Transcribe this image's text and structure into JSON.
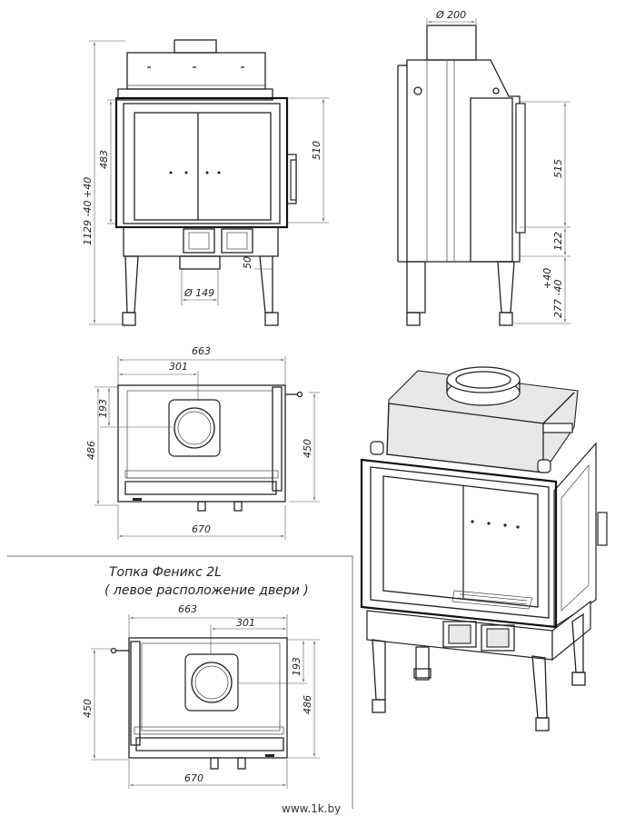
{
  "front_view": {
    "dim_height_range": "1129 -40",
    "dim_height_plus": "+40",
    "dim_glass_height": "483",
    "dim_door_height": "510",
    "dim_duct_diameter": "Ø 149",
    "dim_side_small": "50"
  },
  "side_view": {
    "dim_flue_diameter": "Ø 200",
    "dim_height_515": "515",
    "dim_height_122": "122",
    "dim_leg_plus": "+40",
    "dim_leg_range": "277 -40"
  },
  "top_view_right": {
    "dim_width_top": "663",
    "dim_offset": "301",
    "dim_depth_small": "193",
    "dim_depth_total": "486",
    "dim_depth_450": "450",
    "dim_width_bottom": "670"
  },
  "top_view_left": {
    "caption_line1": "Топка Феникс 2L",
    "caption_line2": "( левое расположение двери )",
    "dim_width_top": "663",
    "dim_offset": "301",
    "dim_depth_small": "193",
    "dim_depth_total": "486",
    "dim_depth_450": "450",
    "dim_width_bottom": "670"
  },
  "watermark": "www.1k.by"
}
